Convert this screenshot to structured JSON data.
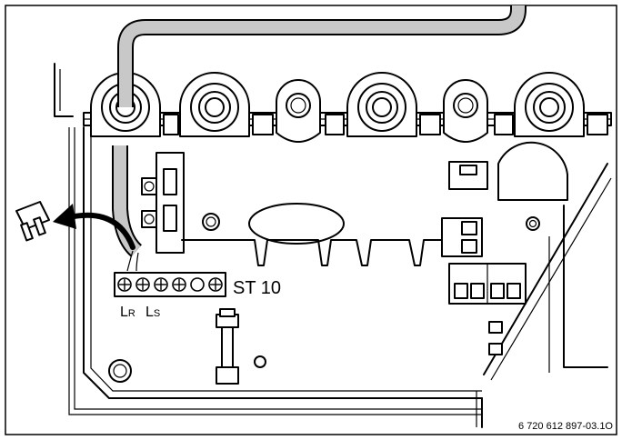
{
  "labels": {
    "terminal": "ST 10",
    "lr_main": "L",
    "lr_sub": "R",
    "ls_main": "L",
    "ls_sub": "S",
    "figure_code": "6 720 612 897-03.1O"
  },
  "terminal_block": {
    "slots": [
      "screw",
      "screw",
      "screw",
      "screw",
      "empty",
      "screw"
    ]
  },
  "colors": {
    "line": "#000000",
    "cable": "#c8c8c8",
    "background": "#ffffff"
  }
}
